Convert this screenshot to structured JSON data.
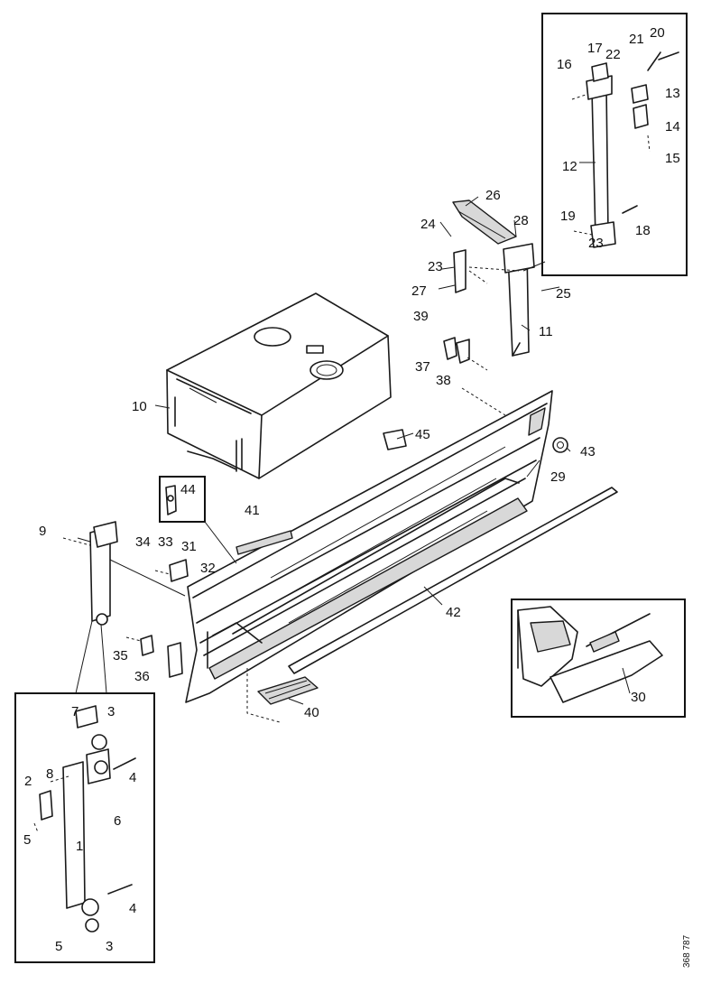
{
  "callouts": [
    "1",
    "2",
    "3",
    "4",
    "5",
    "6",
    "7",
    "8",
    "9",
    "10",
    "11",
    "12",
    "13",
    "14",
    "15",
    "16",
    "17",
    "18",
    "19",
    "20",
    "21",
    "22",
    "23",
    "24",
    "25",
    "26",
    "27",
    "28",
    "29",
    "30",
    "31",
    "32",
    "33",
    "34",
    "35",
    "36",
    "37",
    "38",
    "39",
    "40",
    "41",
    "42",
    "43",
    "44",
    "45"
  ],
  "drawing_number": "368 787"
}
